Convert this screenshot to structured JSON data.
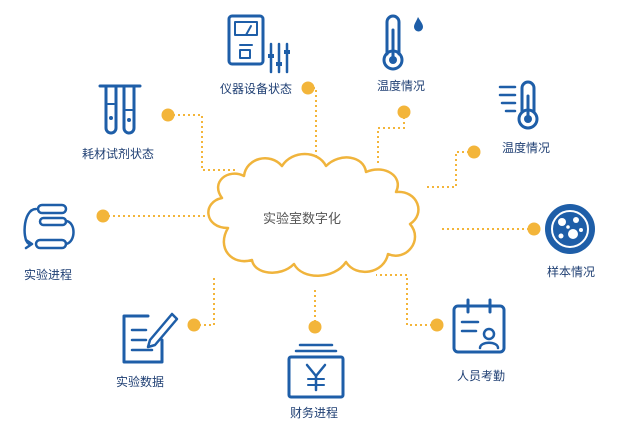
{
  "center": {
    "label": "实验室数字化"
  },
  "nodes": {
    "instrument": {
      "label": "仪器设备状态",
      "icon": "multimeter-icon"
    },
    "temperature_top": {
      "label": "温度情况",
      "icon": "thermometer-icon"
    },
    "temperature_right": {
      "label": "温度情况",
      "icon": "thermometer-wind-icon"
    },
    "sample": {
      "label": "样本情况",
      "icon": "petri-dish-icon"
    },
    "staff": {
      "label": "人员考勤",
      "icon": "id-badge-icon"
    },
    "finance": {
      "label": "财务进程",
      "icon": "yuan-bill-icon"
    },
    "data": {
      "label": "实验数据",
      "icon": "edit-document-icon"
    },
    "progress": {
      "label": "实验进程",
      "icon": "workflow-icon"
    },
    "reagent": {
      "label": "耗材试剂状态",
      "icon": "test-tubes-icon"
    }
  },
  "colors": {
    "icon_blue": "#1e5ea8",
    "dot_orange": "#f3b53a",
    "cloud_stroke": "#f0b43c",
    "label_navy": "#1f3f73"
  }
}
